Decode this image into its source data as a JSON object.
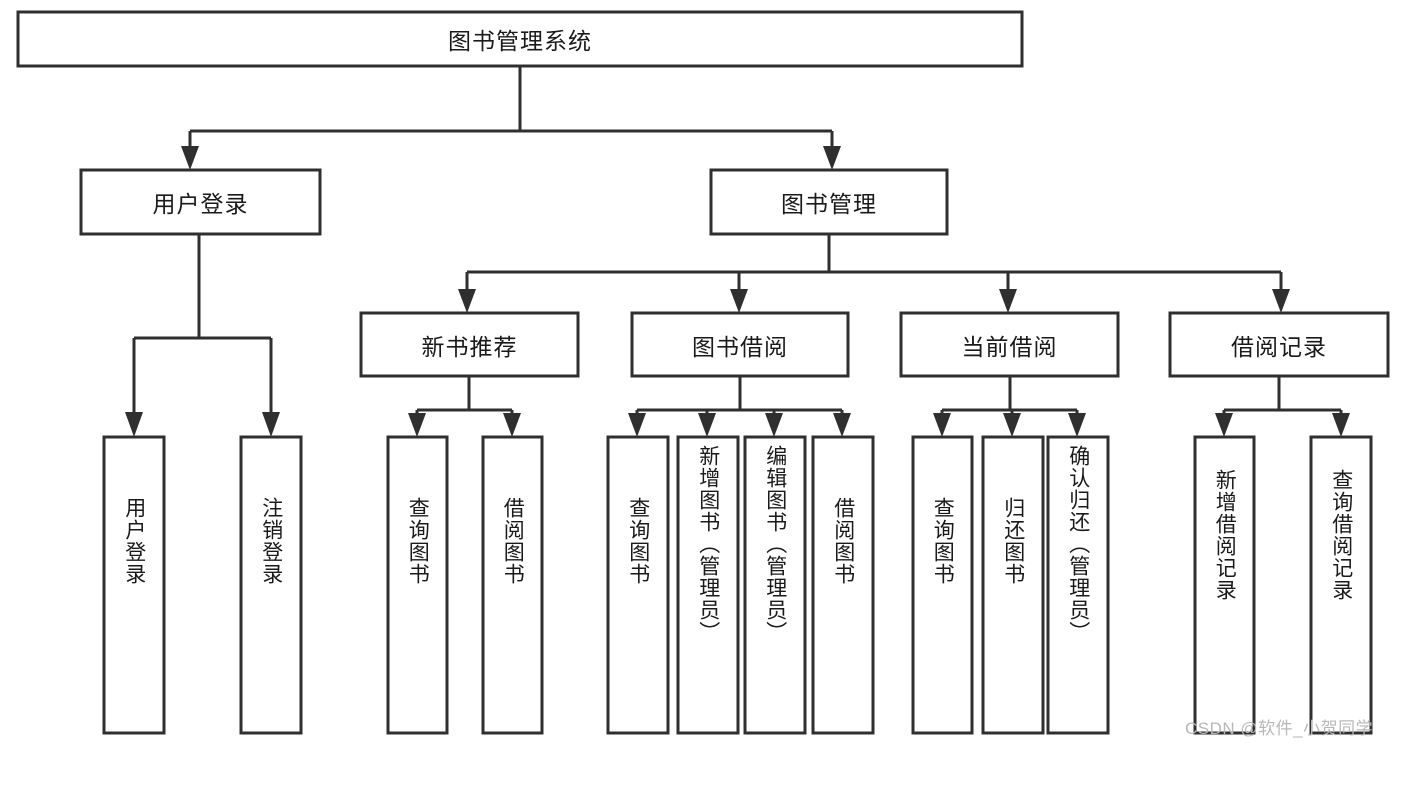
{
  "diagram": {
    "type": "tree-hierarchy",
    "title": "图书管理系统",
    "watermark": "CSDN @软件_小贺同学",
    "colors": {
      "stroke": "#2f2f2f",
      "fill": "#ffffff",
      "text": "#1a1a1a",
      "watermark": "#b8b8b8"
    },
    "levels": {
      "root": {
        "label": "图书管理系统"
      },
      "level2": [
        {
          "label": "用户登录"
        },
        {
          "label": "图书管理"
        }
      ],
      "level3": [
        {
          "label": "新书推荐"
        },
        {
          "label": "图书借阅"
        },
        {
          "label": "当前借阅"
        },
        {
          "label": "借阅记录"
        }
      ],
      "leaves": [
        {
          "label": "用户登录",
          "parent": "用户登录"
        },
        {
          "label": "注销登录",
          "parent": "用户登录"
        },
        {
          "label": "查询图书",
          "parent": "新书推荐"
        },
        {
          "label": "借阅图书",
          "parent": "新书推荐"
        },
        {
          "label": "查询图书",
          "parent": "图书借阅"
        },
        {
          "label": "新增图书（管理员）",
          "parent": "图书借阅"
        },
        {
          "label": "编辑图书（管理员）",
          "parent": "图书借阅"
        },
        {
          "label": "借阅图书",
          "parent": "图书借阅"
        },
        {
          "label": "查询图书",
          "parent": "当前借阅"
        },
        {
          "label": "归还图书",
          "parent": "当前借阅"
        },
        {
          "label": "确认归还（管理员）",
          "parent": "当前借阅"
        },
        {
          "label": "新增借阅记录",
          "parent": "借阅记录"
        },
        {
          "label": "查询借阅记录",
          "parent": "借阅记录"
        }
      ]
    }
  }
}
